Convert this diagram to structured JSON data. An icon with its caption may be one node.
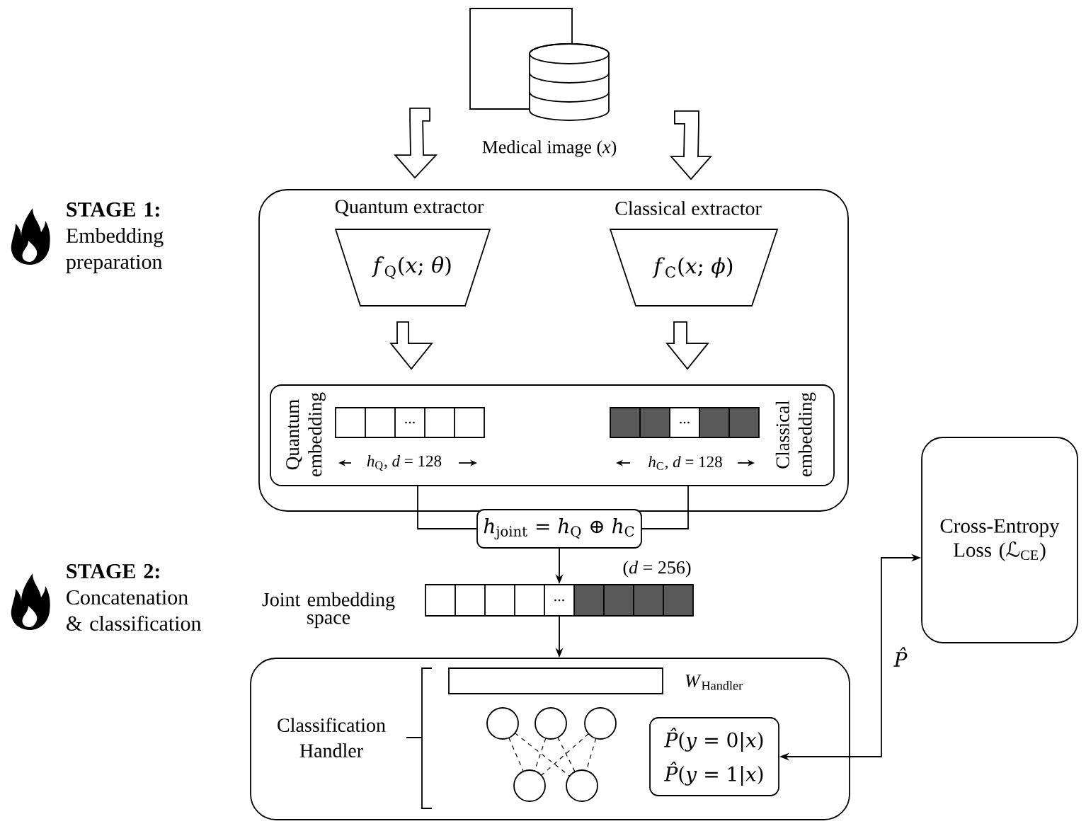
{
  "diagram": {
    "nodes": [
      {
        "text": [],
        "shape": "cylinder",
        "beside": [
          "Medical image (*x*)"
        ]
      },
      {
        "text": [],
        "shape": "box"
      },
      {
        "text": [
          "Quantum extractor",
          "*f*$_{Q}$(*x*; *θ*)"
        ],
        "in": 1
      },
      {
        "text": [
          "Classical extractor",
          "*f*$_{C}$(*x*; *ϕ*)"
        ],
        "in": 1
      },
      {
        "text": [],
        "shape": "box",
        "in": 1
      },
      {
        "text": [
          "Quantum embedding",
          "..."
        ],
        "in": 4
      },
      {
        "text": [
          "Classical embedding",
          "..."
        ],
        "in": 4
      },
      {
        "text": [
          "*h*$_{joint}$ = *h*$_{Q}$ ⊕ *h*$_{C}$"
        ]
      },
      {
        "text": [
          "Joint embedding space",
          "..."
        ],
        "beside": [
          "(*d* = 256)"
        ]
      },
      {
        "text": [
          "Classification Handler"
        ]
      },
      {
        "text": [],
        "shape": "bar",
        "beside": [
          "*W*$_{Handler}$"
        ],
        "in": 9
      },
      {
        "text": [
          "*P̂*(*y* = 0|*x*)",
          "*P̂*(*y* = 1|*x*)"
        ],
        "in": 9
      },
      {
        "text": [
          "Cross-Entropy Loss (ℒ$_{CE}$)"
        ]
      }
    ],
    "edges": [
      {
        "from": 0,
        "to": 1,
        "arrow": "to",
        "style": "thick"
      },
      {
        "from": 0,
        "to": 1,
        "arrow": "to",
        "style": "thick"
      },
      {
        "from": 2,
        "to": 4,
        "arrow": "to",
        "style": "thick"
      },
      {
        "from": 3,
        "to": 4,
        "arrow": "to",
        "style": "thick"
      },
      {
        "from": 4,
        "to": 7,
        "arrow": "none"
      },
      {
        "from": 4,
        "to": 7,
        "arrow": "none"
      },
      {
        "from": 7,
        "to": 8,
        "arrow": "to"
      },
      {
        "from": 8,
        "to": 9,
        "arrow": "to"
      },
      {
        "from": 11,
        "to": 12,
        "arrow": "both",
        "label": "*P̂*"
      }
    ],
    "labels": [
      "**STAGE 1:** Embedding preparation",
      "*h*$_{Q}$, *d* = 128",
      "*h*$_{C}$, *d* = 128",
      "**STAGE 2:** Concatenation & classification"
    ]
  }
}
